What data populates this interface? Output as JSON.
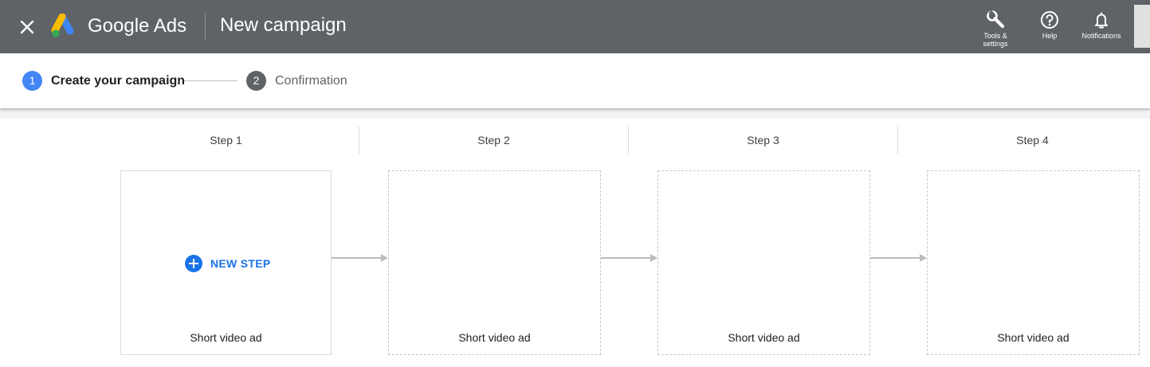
{
  "header": {
    "brand": "Google Ads",
    "title": "New campaign",
    "tools": {
      "settings_label": "Tools &\nsettings",
      "help_label": "Help",
      "notifications_label": "Notifications"
    }
  },
  "stepper": {
    "steps": [
      {
        "number": "1",
        "label": "Create your campaign",
        "active": true
      },
      {
        "number": "2",
        "label": "Confirmation",
        "active": false
      }
    ]
  },
  "sequence": {
    "columns": [
      {
        "header": "Step 1",
        "card_label": "Short video ad"
      },
      {
        "header": "Step 2",
        "card_label": "Short video ad"
      },
      {
        "header": "Step 3",
        "card_label": "Short video ad"
      },
      {
        "header": "Step 4",
        "card_label": "Short video ad"
      }
    ],
    "new_step_label": "NEW STEP"
  },
  "colors": {
    "header_bg": "#5f6368",
    "accent": "#1a73e8",
    "active_step": "#4285f4"
  },
  "icons": [
    "close-icon",
    "google-ads-logo",
    "wrench-icon",
    "help-icon",
    "bell-icon",
    "plus-circle-icon",
    "arrow-right-icon"
  ]
}
